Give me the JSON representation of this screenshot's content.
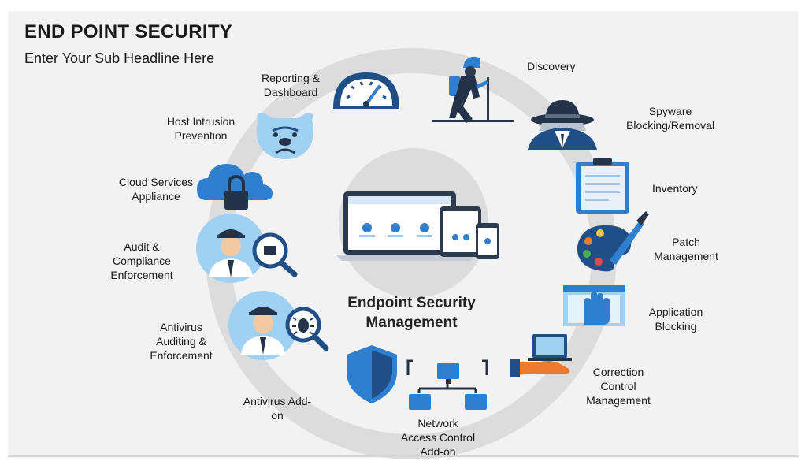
{
  "header": {
    "title": "END POINT SECURITY",
    "subtitle": "Enter Your Sub Headline Here"
  },
  "center": {
    "line1": "Endpoint Security",
    "line2": "Management"
  },
  "items": {
    "discovery": [
      "Discovery"
    ],
    "spyware": [
      "Spyware",
      "Blocking/Removal"
    ],
    "inventory": [
      "Inventory"
    ],
    "patch": [
      "Patch",
      "Management"
    ],
    "app_blocking": [
      "Application",
      "Blocking"
    ],
    "correction": [
      "Correction",
      "Control",
      "Management"
    ],
    "network": [
      "Network",
      "Access Control",
      "Add-on"
    ],
    "antivirus_addon": [
      "Antivirus Add-",
      "on"
    ],
    "antivirus_audit": [
      "Antivirus",
      "Auditing &",
      "Enforcement"
    ],
    "audit": [
      "Audit &",
      "Compliance",
      "Enforcement"
    ],
    "cloud": [
      "Cloud Services",
      "Appliance"
    ],
    "host": [
      "Host Intrusion",
      "Prevention"
    ],
    "reporting": [
      "Reporting &",
      "Dashboard"
    ]
  },
  "colors": {
    "ring": "#dcdcdc",
    "blue": "#2e7fd0",
    "dark_blue": "#1f4f86",
    "light_blue": "#9fd1f2",
    "navy": "#24334a",
    "orange": "#ee7a2b"
  },
  "icons": [
    "hiker-icon",
    "spy-hat-icon",
    "clipboard-icon",
    "palette-icon",
    "hand-window-icon",
    "laptop-hand-icon",
    "network-icon",
    "shield-icon",
    "police-bug-icon",
    "police-magnifier-icon",
    "cloud-lock-icon",
    "bulldog-icon",
    "speedometer-icon",
    "devices-icon"
  ]
}
